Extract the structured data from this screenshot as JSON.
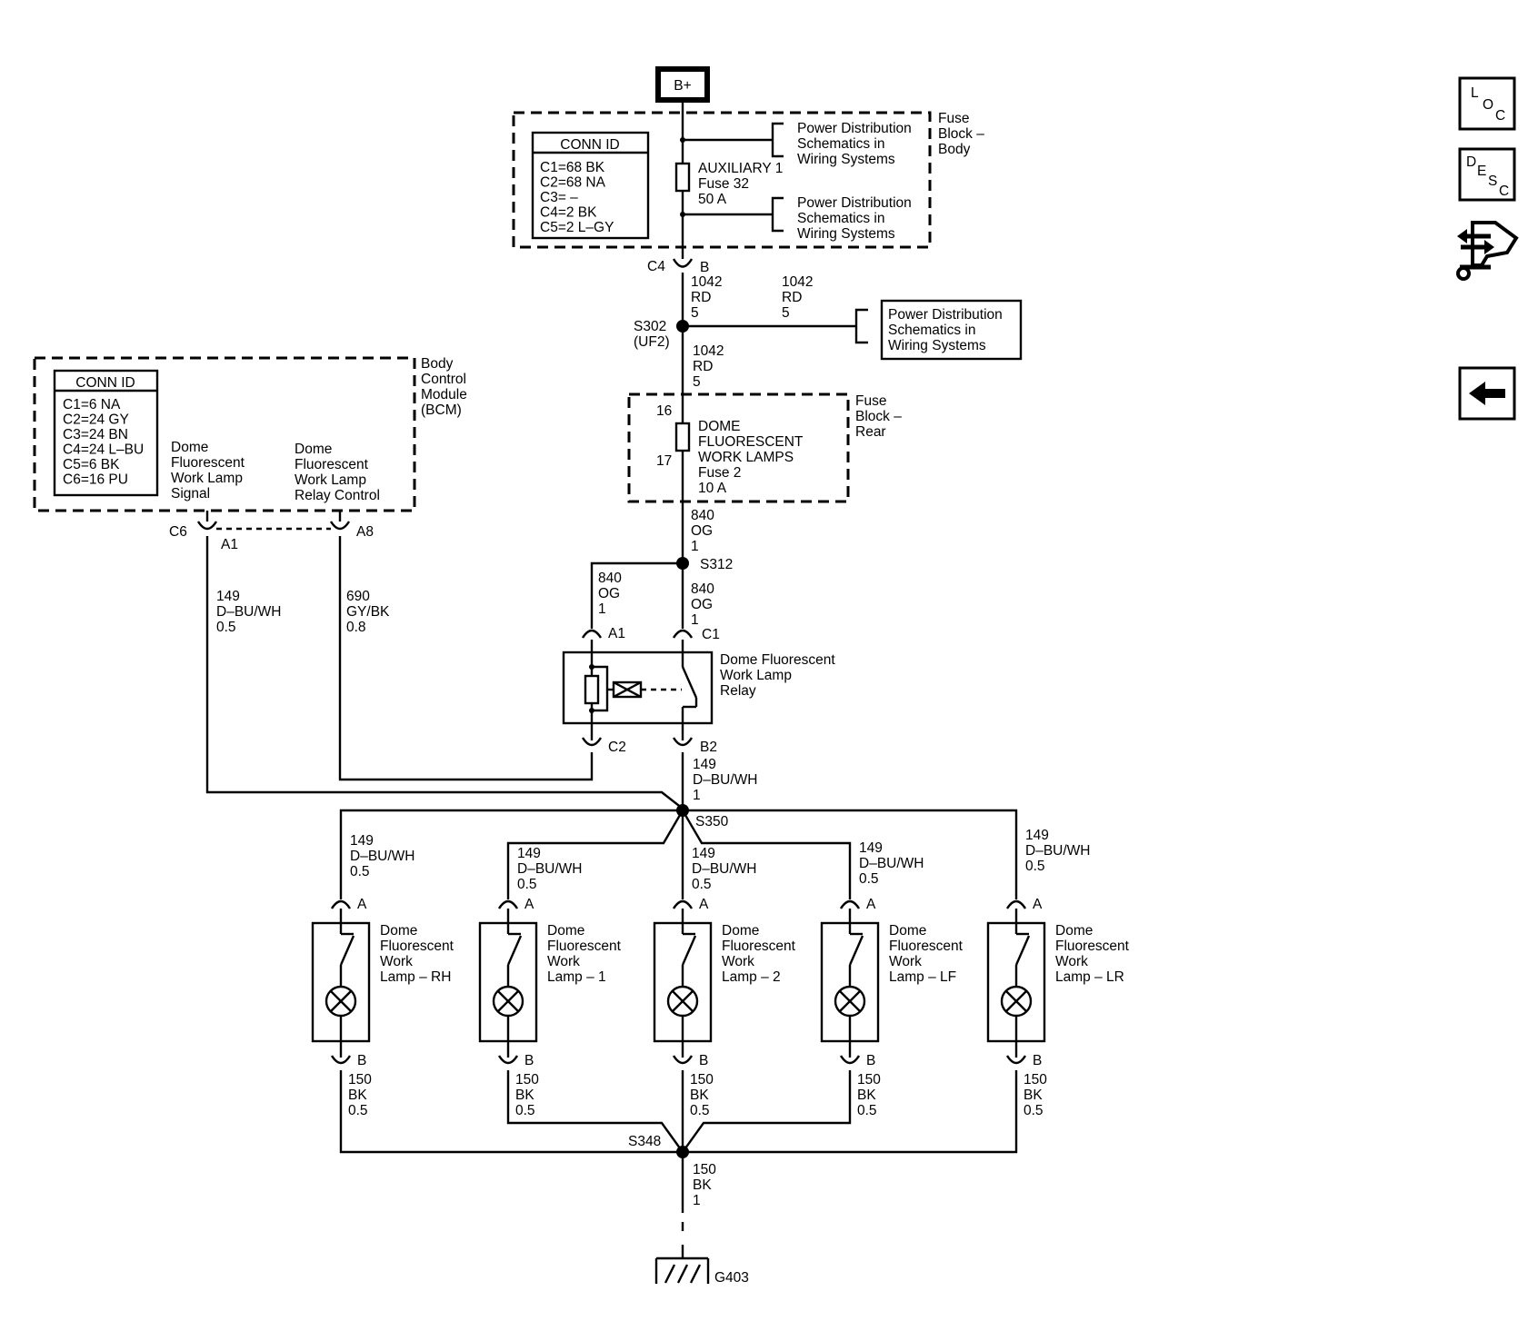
{
  "battery": "B+",
  "fuse_block_body": {
    "title": [
      "Fuse",
      "Block –",
      "Body"
    ],
    "conn_id_header": "CONN ID",
    "conn_ids": [
      "C1=68 BK",
      "C2=68 NA",
      "C3= –",
      "C4=2 BK",
      "C5=2 L–GY"
    ],
    "fuse": [
      "AUXILIARY 1",
      "Fuse 32",
      "50 A"
    ],
    "ref_top": [
      "Power Distribution",
      "Schematics in",
      "Wiring Systems"
    ],
    "ref_bottom": [
      "Power Distribution",
      "Schematics in",
      "Wiring Systems"
    ],
    "connector": "C4",
    "pin": "B"
  },
  "wire_1042_a": [
    "1042",
    "RD",
    "5"
  ],
  "wire_1042_b": [
    "1042",
    "RD",
    "5"
  ],
  "wire_1042_c": [
    "1042",
    "RD",
    "5"
  ],
  "splice_s302": [
    "S302",
    "(UF2)"
  ],
  "power_ref_right": [
    "Power Distribution",
    "Schematics in",
    "Wiring Systems"
  ],
  "bcm": {
    "title": [
      "Body",
      "Control",
      "Module",
      "(BCM)"
    ],
    "conn_id_header": "CONN ID",
    "conn_ids": [
      "C1=6 NA",
      "C2=24 GY",
      "C3=24 BN",
      "C4=24 L–BU",
      "C5=6 BK",
      "C6=16 PU"
    ],
    "signal_label": [
      "Dome",
      "Fluorescent",
      "Work Lamp",
      "Signal"
    ],
    "relay_control_label": [
      "Dome",
      "Fluorescent",
      "Work Lamp",
      "Relay Control"
    ],
    "connector": "C6",
    "pin_a1": "A1",
    "pin_a8": "A8"
  },
  "fuse_block_rear": {
    "title": [
      "Fuse",
      "Block –",
      "Rear"
    ],
    "pin_in": "16",
    "pin_out": "17",
    "fuse": [
      "DOME",
      "FLUORESCENT",
      "WORK LAMPS",
      "Fuse 2",
      "10 A"
    ]
  },
  "wire_840_a": [
    "840",
    "OG",
    "1"
  ],
  "wire_840_b": [
    "840",
    "OG",
    "1"
  ],
  "wire_840_c": [
    "840",
    "OG",
    "1"
  ],
  "splice_s312": "S312",
  "wire_149_bcm": [
    "149",
    "D–BU/WH",
    "0.5"
  ],
  "wire_690": [
    "690",
    "GY/BK",
    "0.8"
  ],
  "relay": {
    "label": [
      "Dome Fluorescent",
      "Work Lamp",
      "Relay"
    ],
    "pin_a1": "A1",
    "pin_c1": "C1",
    "pin_c2": "C2",
    "pin_b2": "B2"
  },
  "wire_149_main": [
    "149",
    "D–BU/WH",
    "1"
  ],
  "splice_s350": "S350",
  "lamps": [
    {
      "label": [
        "Dome",
        "Fluorescent",
        "Work",
        "Lamp – RH"
      ],
      "wire_in": [
        "149",
        "D–BU/WH",
        "0.5"
      ],
      "wire_out": [
        "150",
        "BK",
        "0.5"
      ],
      "pin_a": "A",
      "pin_b": "B"
    },
    {
      "label": [
        "Dome",
        "Fluorescent",
        "Work",
        "Lamp – 1"
      ],
      "wire_in": [
        "149",
        "D–BU/WH",
        "0.5"
      ],
      "wire_out": [
        "150",
        "BK",
        "0.5"
      ],
      "pin_a": "A",
      "pin_b": "B"
    },
    {
      "label": [
        "Dome",
        "Fluorescent",
        "Work",
        "Lamp – 2"
      ],
      "wire_in": [
        "149",
        "D–BU/WH",
        "0.5"
      ],
      "wire_out": [
        "150",
        "BK",
        "0.5"
      ],
      "pin_a": "A",
      "pin_b": "B"
    },
    {
      "label": [
        "Dome",
        "Fluorescent",
        "Work",
        "Lamp – LF"
      ],
      "wire_in": [
        "149",
        "D–BU/WH",
        "0.5"
      ],
      "wire_out": [
        "150",
        "BK",
        "0.5"
      ],
      "pin_a": "A",
      "pin_b": "B"
    },
    {
      "label": [
        "Dome",
        "Fluorescent",
        "Work",
        "Lamp – LR"
      ],
      "wire_in": [
        "149",
        "D–BU/WH",
        "0.5"
      ],
      "wire_out": [
        "150",
        "BK",
        "0.5"
      ],
      "pin_a": "A",
      "pin_b": "B"
    }
  ],
  "splice_s348": "S348",
  "wire_150_main": [
    "150",
    "BK",
    "1"
  ],
  "ground": "G403",
  "nav": {
    "loc": [
      "L",
      "O",
      "C"
    ],
    "desc": [
      "D",
      "E",
      "S",
      "C"
    ],
    "connector_icon": "connector-icon",
    "back_icon": "back-arrow-icon"
  }
}
